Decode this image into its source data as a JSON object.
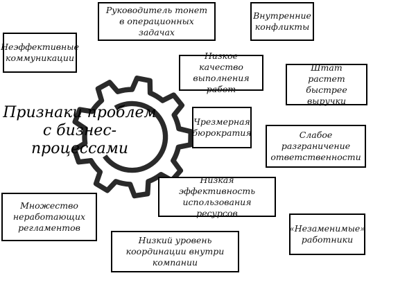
{
  "center": {
    "title_line1": "Признаки проблем",
    "title_line2": "с бизнес-процессами"
  },
  "signs": [
    "Руководитель тонет в операционных задачах",
    "Внутренние конфликты",
    "Неэффективные коммуникации",
    "Низкое качество выполнения работ",
    "Штат растет быстрее выручки",
    "Чрезмерная бюрократия",
    "Слабое разграничение ответственности",
    "Низкая эффективность использования ресурсов",
    "Множество неработающих регламентов",
    "«Незаменимые» работники",
    "Низкий уровень координации внутри компании"
  ]
}
